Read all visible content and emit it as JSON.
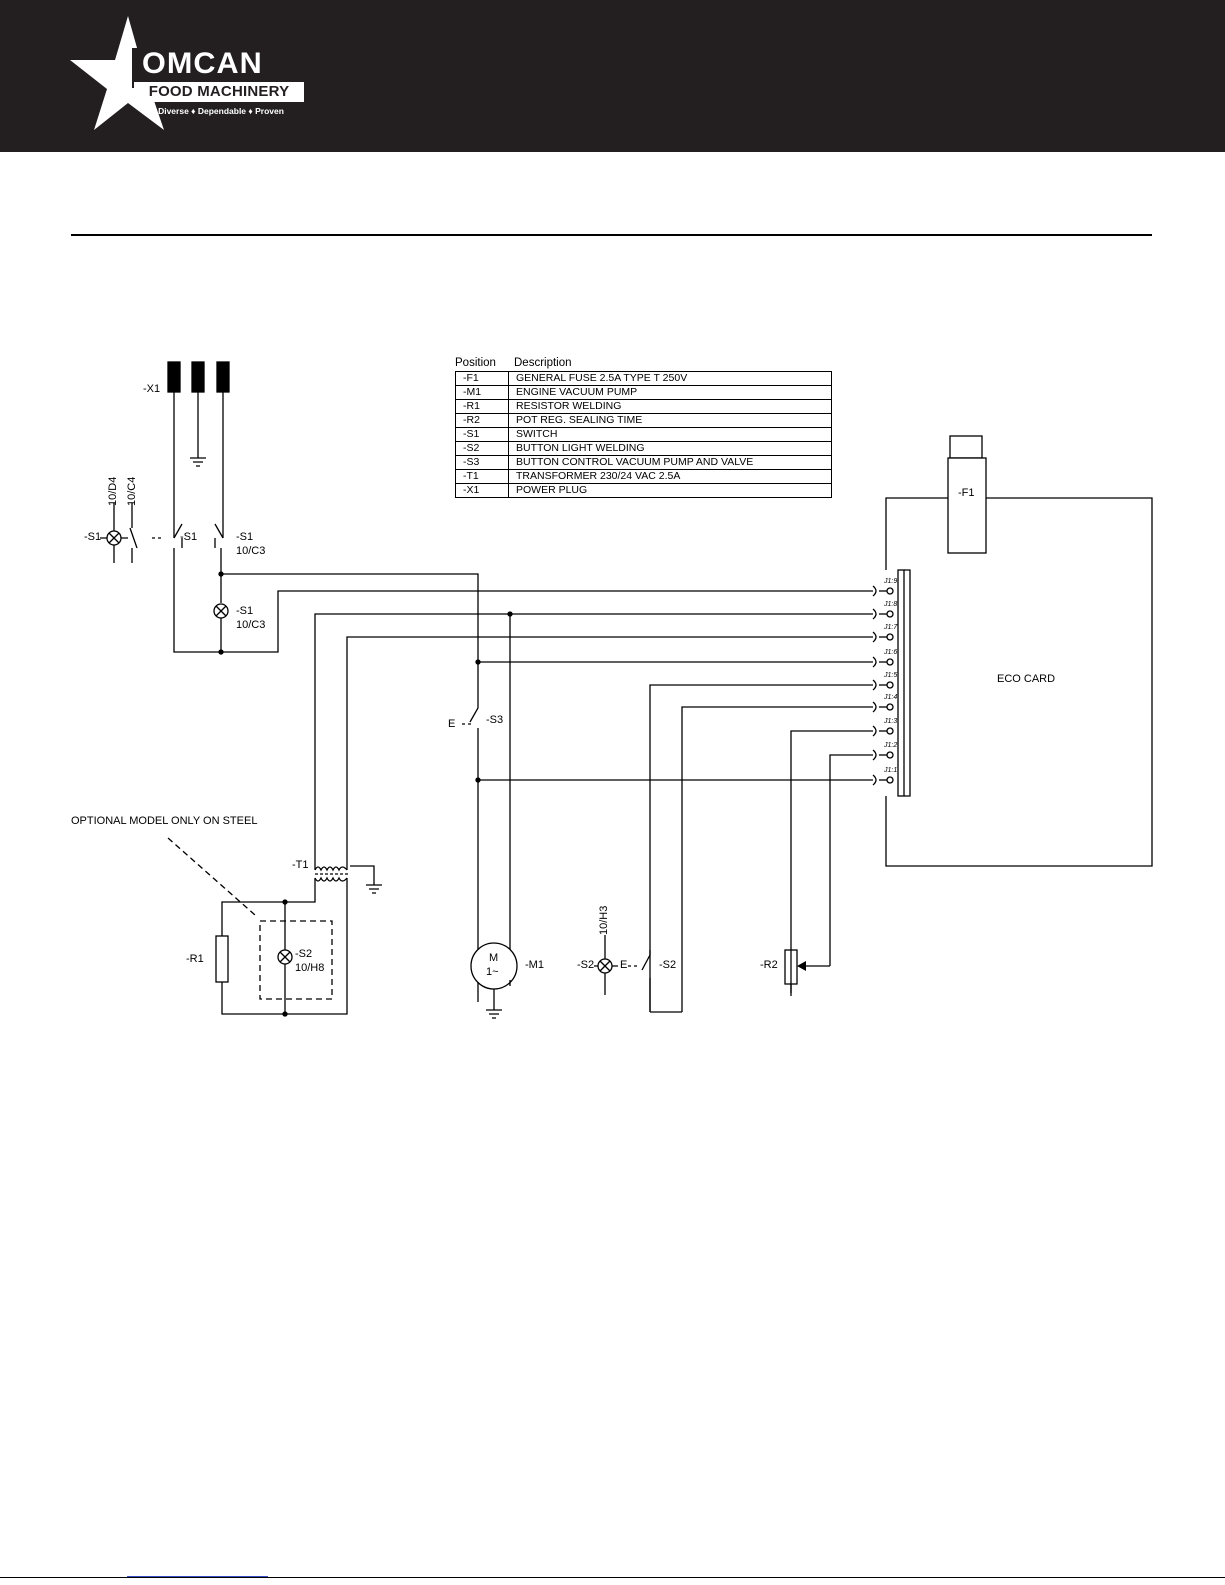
{
  "header": {
    "brand": "OMCAN",
    "subbrand": "FOOD MACHINERY",
    "tagline": "Diverse ♦ Dependable ♦ Proven"
  },
  "legend": {
    "col_position": "Position",
    "col_description": "Description",
    "rows": [
      {
        "position": "-F1",
        "description": "GENERAL FUSE 2.5A TYPE T 250V"
      },
      {
        "position": "-M1",
        "description": "ENGINE VACUUM PUMP"
      },
      {
        "position": "-R1",
        "description": "RESISTOR WELDING"
      },
      {
        "position": "-R2",
        "description": "POT REG. SEALING TIME"
      },
      {
        "position": "-S1",
        "description": "SWITCH"
      },
      {
        "position": "-S2",
        "description": "BUTTON LIGHT WELDING"
      },
      {
        "position": "-S3",
        "description": "BUTTON CONTROL VACUUM PUMP AND VALVE"
      },
      {
        "position": "-T1",
        "description": "TRANSFORMER 230/24 VAC 2.5A"
      },
      {
        "position": "-X1",
        "description": "POWER PLUG"
      }
    ]
  },
  "labels": {
    "x1": "-X1",
    "s1_left": "-S1",
    "s1_mid": "-S1",
    "s1_right": "-S1",
    "s1_right_ref": "10/C3",
    "s1_lamp": "-S1",
    "s1_lamp_ref": "10/C3",
    "ref_d4": "10/D4",
    "ref_c4": "10/C4",
    "s3": "-S3",
    "s3_e": "E",
    "optional": "OPTIONAL MODEL ONLY ON STEEL",
    "t1": "-T1",
    "r1": "-R1",
    "s2_opt": "-S2",
    "s2_opt_ref": "10/H8",
    "motor_m": "M",
    "motor_phase": "1~",
    "m1": "-M1",
    "s2_lamp": "-S2",
    "s2_e": "E",
    "s2_switch": "-S2",
    "ref_h3": "10/H3",
    "r2": "-R2",
    "f1": "-F1",
    "eco_card": "ECO CARD",
    "pins": [
      "J1:9",
      "J1:8",
      "J1:7",
      "J1:6",
      "J1:5",
      "J1:4",
      "J1:3",
      "J1:2",
      "J1:1"
    ]
  }
}
